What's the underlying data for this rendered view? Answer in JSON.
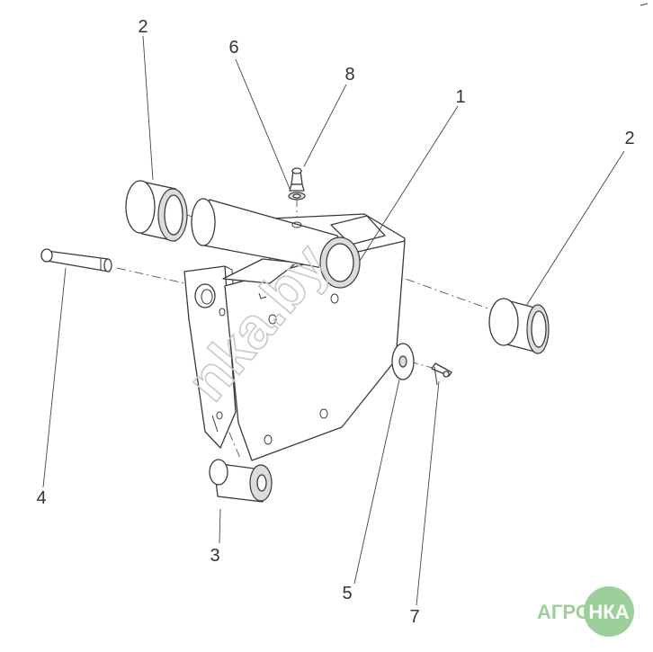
{
  "callouts": {
    "p1": "1",
    "p2_left": "2",
    "p2_right": "2",
    "p3": "3",
    "p4": "4",
    "p5": "5",
    "p6": "6",
    "p7": "7",
    "p8": "8"
  },
  "watermark": {
    "text": "nka.by"
  },
  "logo": {
    "left": "АГРО",
    "right": "НКА",
    "color": "#9cd09a"
  }
}
